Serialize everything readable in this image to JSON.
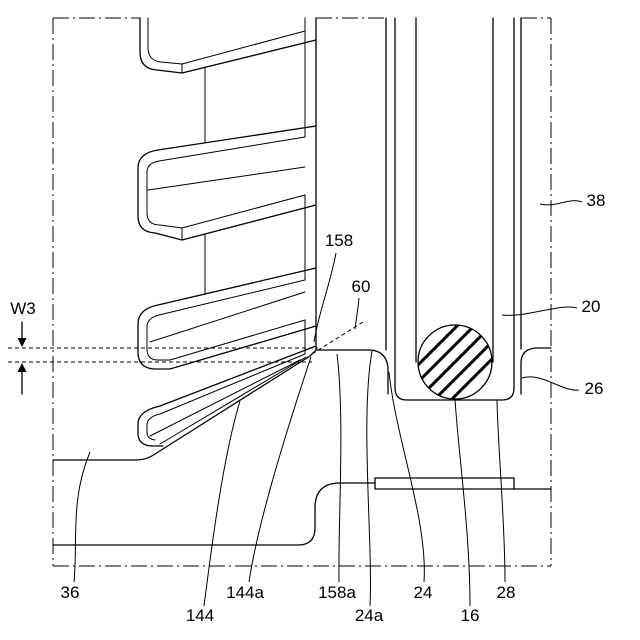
{
  "figure": {
    "labels": {
      "r158": "158",
      "r60": "60",
      "w3": "W3",
      "r38": "38",
      "r20": "20",
      "r26": "26",
      "r36": "36",
      "r144": "144",
      "r144a": "144a",
      "r158a": "158a",
      "r24a": "24a",
      "r24": "24",
      "r16": "16",
      "r28": "28"
    }
  }
}
